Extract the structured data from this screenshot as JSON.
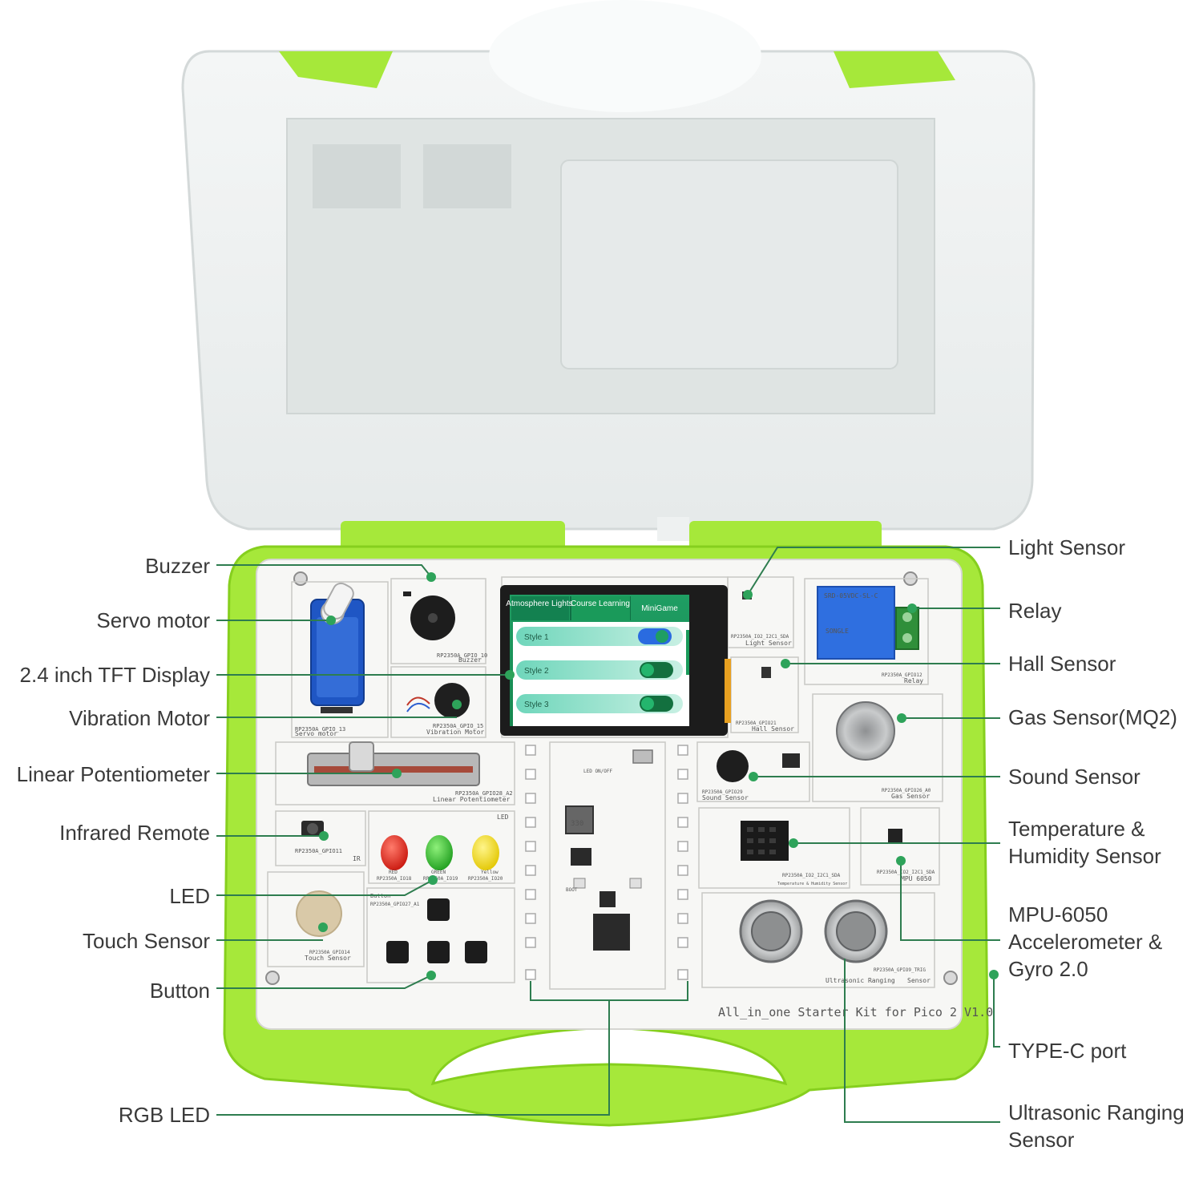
{
  "colors": {
    "case_green": "#a6e83a",
    "case_green_dark": "#7cc414",
    "leader_green": "#2e7d4f",
    "board": "#f7f7f5",
    "screen_green": "#1a9a5a",
    "screen_teal": "#5fcfb4",
    "text": "#3a3a3a"
  },
  "labels": {
    "left": [
      {
        "id": "buzzer",
        "text": "Buzzer"
      },
      {
        "id": "servo",
        "text": "Servo motor"
      },
      {
        "id": "tft",
        "text": "2.4 inch TFT Display"
      },
      {
        "id": "vibration",
        "text": "Vibration Motor"
      },
      {
        "id": "potentiometer",
        "text": "Linear Potentiometer"
      },
      {
        "id": "infrared",
        "text": "Infrared Remote"
      },
      {
        "id": "led",
        "text": "LED"
      },
      {
        "id": "touch",
        "text": "Touch Sensor"
      },
      {
        "id": "button",
        "text": "Button"
      },
      {
        "id": "rgb",
        "text": "RGB LED"
      }
    ],
    "right": [
      {
        "id": "light",
        "text": "Light Sensor"
      },
      {
        "id": "relay",
        "text": "Relay"
      },
      {
        "id": "hall",
        "text": "Hall Sensor"
      },
      {
        "id": "gas",
        "text": "Gas Sensor(MQ2)"
      },
      {
        "id": "sound",
        "text": "Sound Sensor"
      },
      {
        "id": "temp_line1",
        "text": "Temperature &"
      },
      {
        "id": "temp_line2",
        "text": "Humidity Sensor"
      },
      {
        "id": "mpu_line1",
        "text": "MPU-6050"
      },
      {
        "id": "mpu_line2",
        "text": "Accelerometer &"
      },
      {
        "id": "mpu_line3",
        "text": "Gyro 2.0"
      },
      {
        "id": "typec",
        "text": "TYPE-C port"
      },
      {
        "id": "ultra_line1",
        "text": "Ultrasonic Ranging"
      },
      {
        "id": "ultra_line2",
        "text": "Sensor"
      }
    ]
  },
  "screen": {
    "tabs": [
      "Atmosphere Lights",
      "Course Learning",
      "MiniGame"
    ],
    "styles": [
      "Style 1",
      "Style 2",
      "Style 3"
    ]
  },
  "board_text": {
    "kit_title": "All_in_one Starter Kit for Pico 2 V1.0",
    "buzzer": "Buzzer",
    "servo": "Servo motor",
    "vibration": "Vibration Motor",
    "potentiometer": "Linear Potentiometer",
    "ir": "IR",
    "led": "LED",
    "red": "RED",
    "green": "GREEN",
    "yellow": "Yellow",
    "button": "Button",
    "touch": "Touch Sensor",
    "light": "Light Sensor",
    "relay": "Relay",
    "hall": "Hall Sensor",
    "sound": "Sound Sensor",
    "gas": "Gas Sensor",
    "temp": "Temperature & Humidity Sensor",
    "mpu": "MPU 6050",
    "ultra": "Ultrasonic Ranging",
    "ultra_tag": "Sensor",
    "led_onoff": "LED ON/OFF",
    "boot": "BOOT",
    "relay_model": "SRD-05VDC-SL-C",
    "relay_brand": "SONGLE",
    "inductor": "330",
    "gpio_buzzer": "RP2350A_GPIO_10",
    "gpio_servo": "RP2350A_GPIO_13",
    "gpio_vibration": "RP2350A_GPIO_15",
    "gpio_pot": "RP2350A_GPIO28_A2",
    "gpio_ir": "RP2350A_GPIO11",
    "gpio_red": "RP2350A_IO18",
    "gpio_green": "RP2350A_IO19",
    "gpio_yellow": "RP2350A_IO20",
    "gpio_button": "RP2350A_GPIO27_A1",
    "gpio_touch": "RP2350A_GPIO14",
    "gpio_light": "RP2350A_IO2_I2C1_SDA",
    "gpio_relay": "RP2350A_GPIO12",
    "gpio_hall": "RP2350A_GPIO21",
    "gpio_sound": "RP2350A_GPIO29",
    "gpio_gas": "RP2350A_GPIO26_A0",
    "gpio_temp": "RP2350A_IO2_I2C1_SDA",
    "gpio_mpu": "RP2350A_IO2_I2C1_SDA",
    "gpio_ultra": "RP2350A_GPIO9_TRIG"
  }
}
